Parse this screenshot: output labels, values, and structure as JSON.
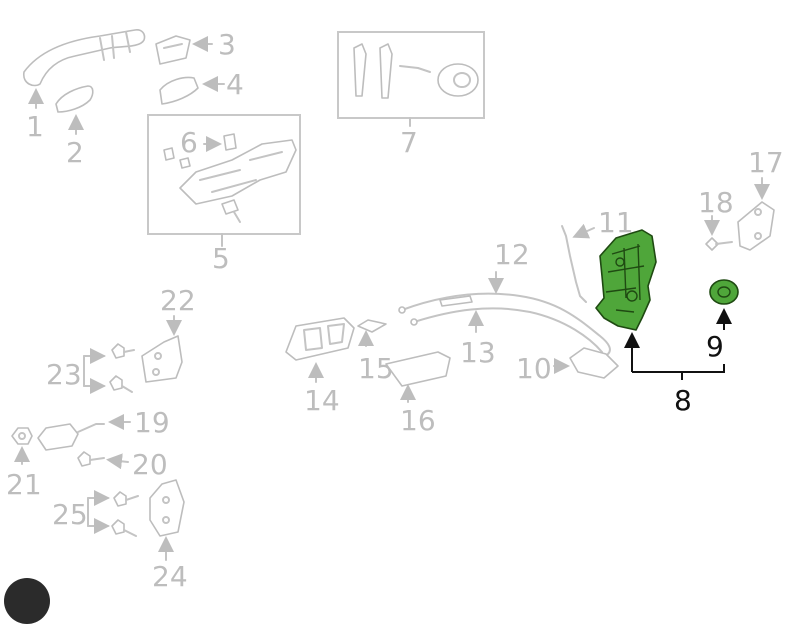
{
  "callouts": {
    "c1": "1",
    "c2": "2",
    "c3": "3",
    "c4": "4",
    "c5": "5",
    "c6": "6",
    "c7": "7",
    "c8": "8",
    "c9": "9",
    "c10": "10",
    "c11": "11",
    "c12": "12",
    "c13": "13",
    "c14": "14",
    "c15": "15",
    "c16": "16",
    "c17": "17",
    "c18": "18",
    "c19": "19",
    "c20": "20",
    "c21": "21",
    "c22": "22",
    "c23": "23",
    "c24": "24",
    "c25": "25"
  },
  "highlighted_parts": [
    "8",
    "9"
  ],
  "colors": {
    "highlight": "#4fa63a",
    "highlight_outline": "#1f4a12",
    "muted": "#bdbdbd",
    "active_text": "#111111"
  }
}
